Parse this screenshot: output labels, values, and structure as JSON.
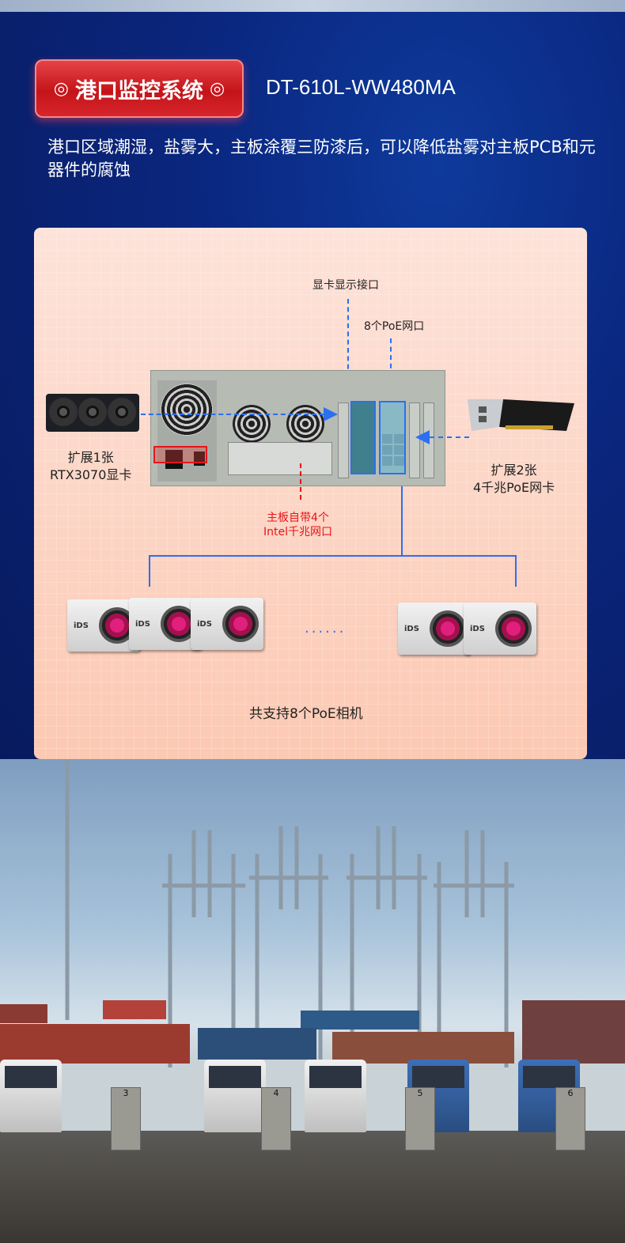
{
  "header": {
    "badge_title": "港口监控系统",
    "badge_icon": "double-circle-icon",
    "model": "DT-610L-WW480MA",
    "description": "港口区域潮湿，盐雾大，主板涂覆三防漆后，可以降低盐雾对主板PCB和元器件的腐蚀"
  },
  "diagram": {
    "label_gpu_port": "显卡显示接口",
    "label_poe_ports": "8个PoE网口",
    "label_gpu_line1": "扩展1张",
    "label_gpu_line2": "RTX3070显卡",
    "label_nic_line1": "扩展2张",
    "label_nic_line2": "4千兆PoE网卡",
    "label_onboard_line1": "主板自带4个",
    "label_onboard_line2": "Intel千兆网口",
    "camera_brand": "iDS",
    "ellipsis": "......",
    "caption": "共支持8个PoE相机",
    "colors": {
      "line": "#2c6ff0",
      "highlight": "#e8141a",
      "panel": "#fcd3c3"
    }
  },
  "scene": {
    "booth_numbers": [
      "3",
      "4",
      "5",
      "6"
    ]
  }
}
